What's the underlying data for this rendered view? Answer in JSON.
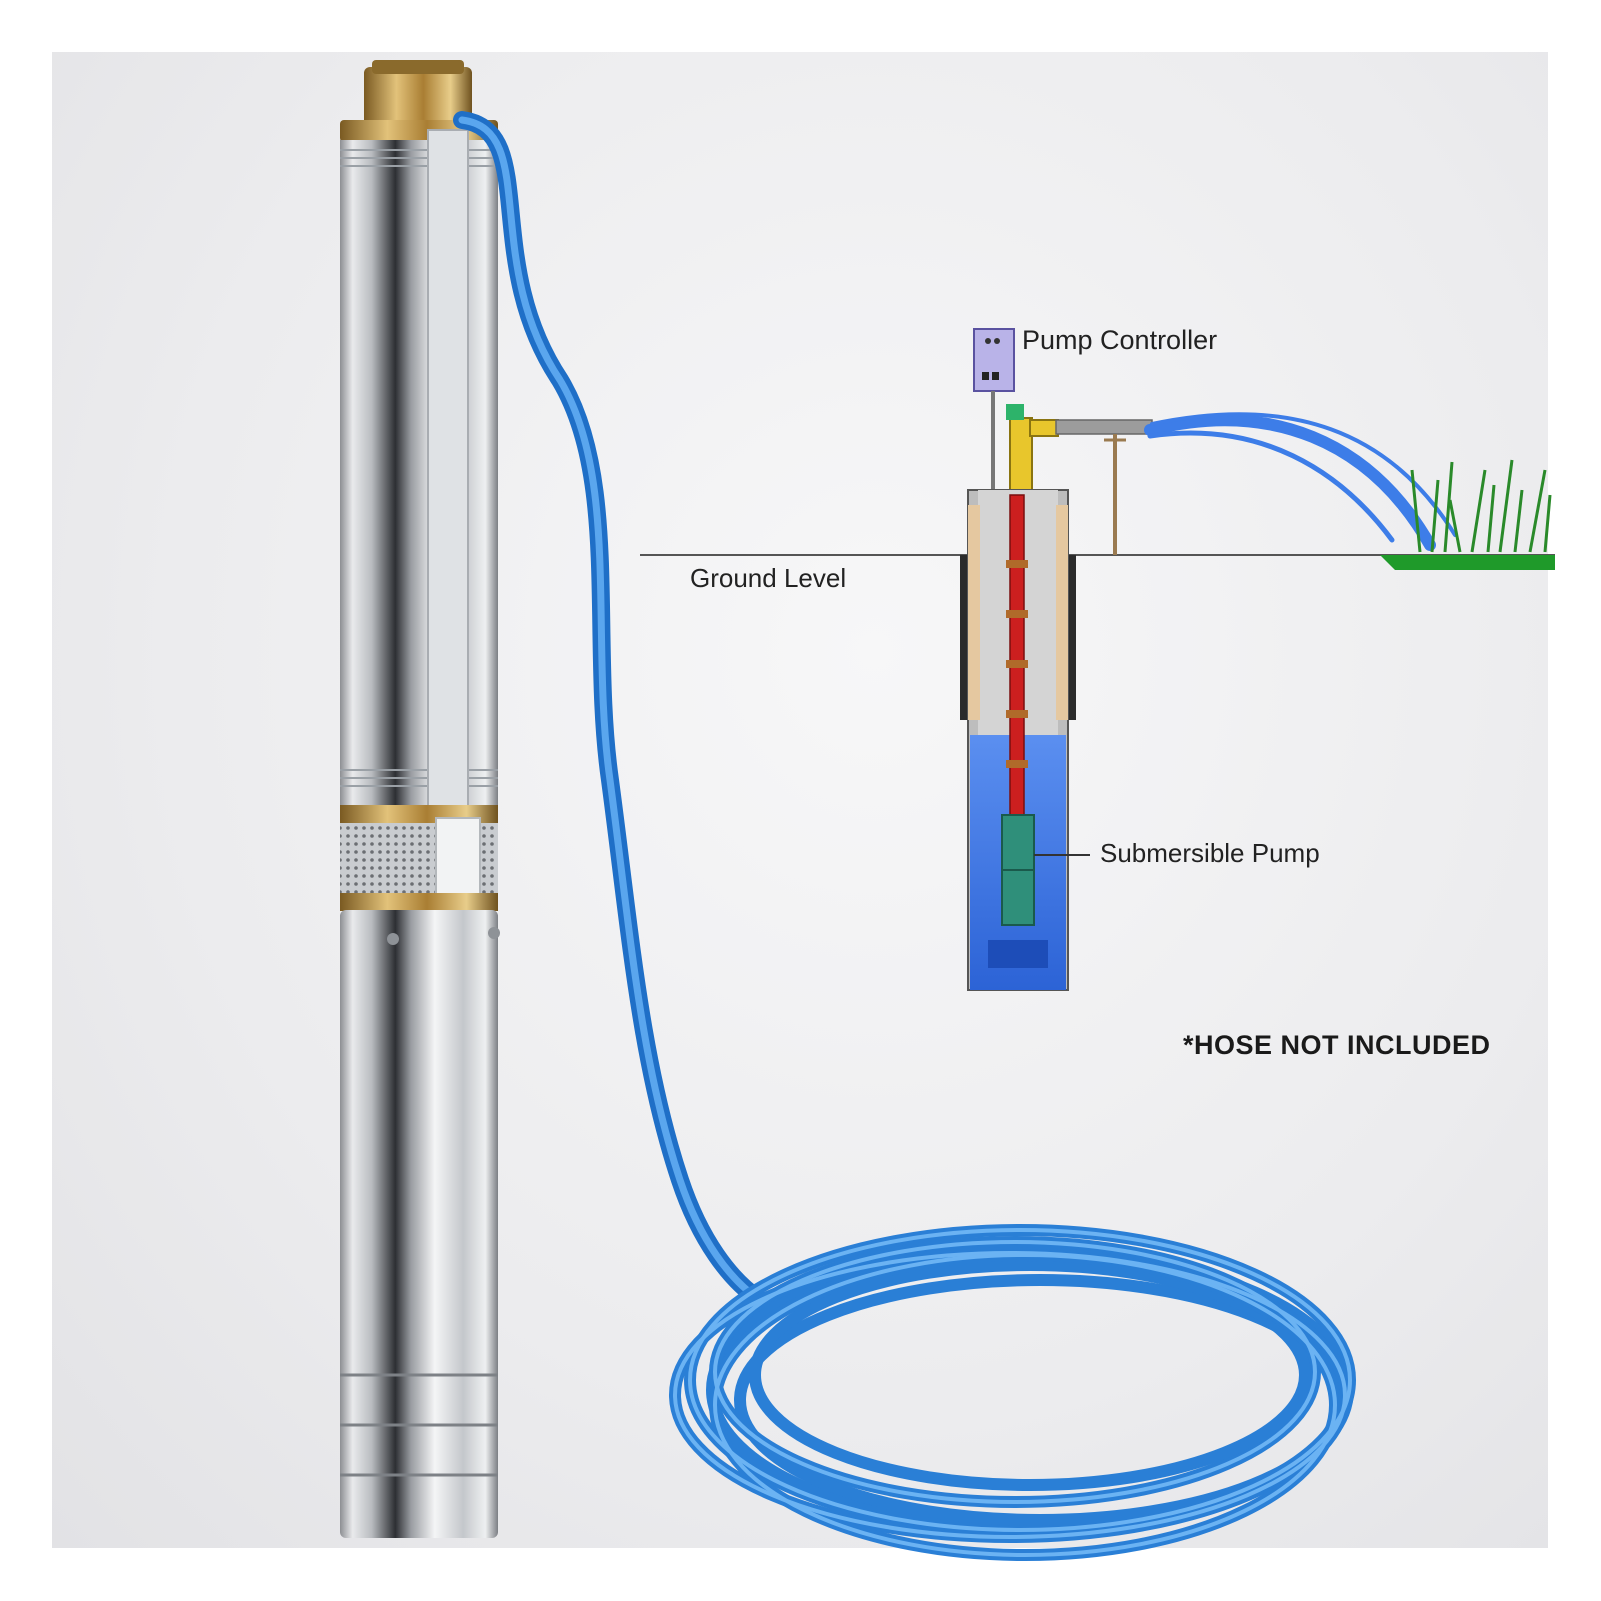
{
  "diagram": {
    "labels": {
      "pump_controller": "Pump Controller",
      "ground_level": "Ground Level",
      "submersible_pump": "Submersible Pump"
    }
  },
  "notice": "*HOSE NOT INCLUDED",
  "colors": {
    "cable_blue": "#2f86d8",
    "water_blue": "#3d7de8",
    "well_casing": "#222222",
    "rising_pipe": "#cc1f1f",
    "grass": "#1f9a2a",
    "brass": "#b08a3a"
  }
}
